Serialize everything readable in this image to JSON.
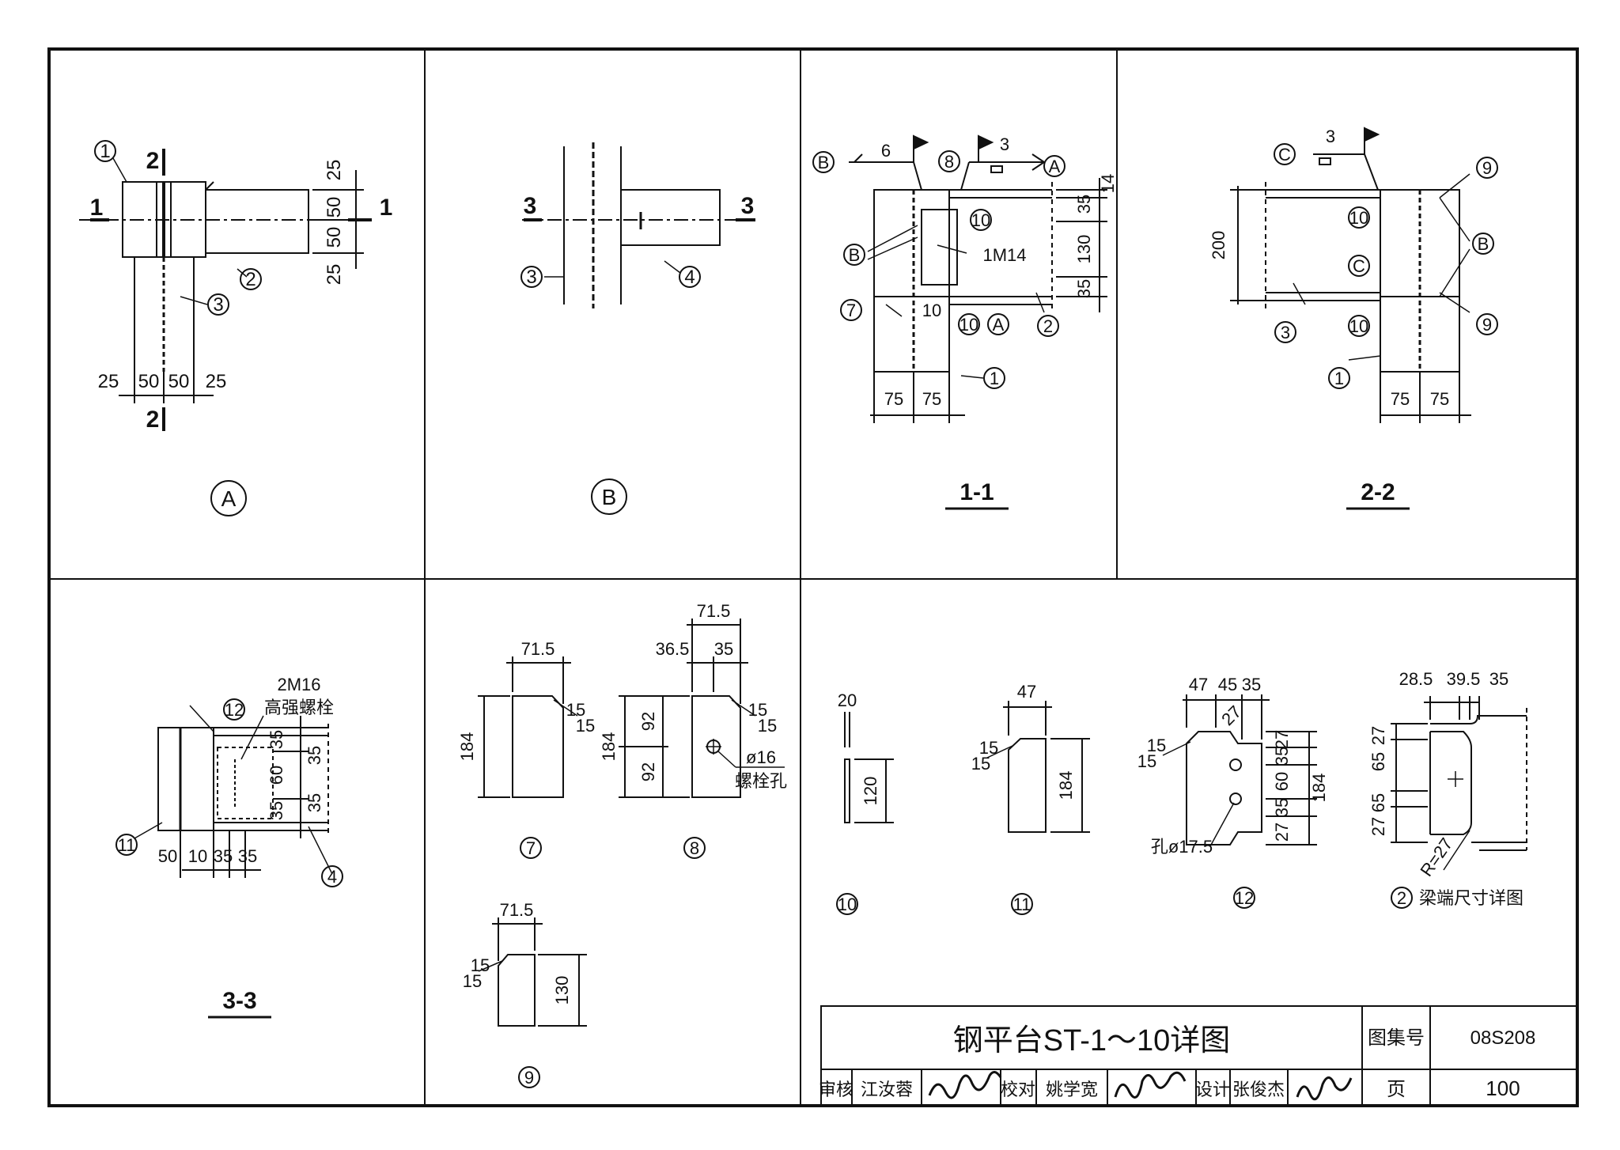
{
  "sheet": {
    "title": "钢平台ST-1～10详图",
    "atlas_label": "图集号",
    "atlas_no": "08S208",
    "page_label": "页",
    "page_no": "100",
    "roles": {
      "review_label": "审核",
      "review_name": "江汝蓉",
      "check_label": "校对",
      "check_name": "姚学宽",
      "design_label": "设计",
      "design_name": "张俊杰"
    }
  },
  "views": {
    "A": {
      "caption": "A",
      "section_top": "2",
      "section_bottom": "2",
      "section_left": "1",
      "section_right": "1",
      "dims_right": [
        "25",
        "50",
        "50",
        "25"
      ],
      "dims_bottom": [
        "25",
        "50",
        "50",
        "25"
      ],
      "labels": [
        "1",
        "2",
        "3"
      ]
    },
    "B": {
      "caption": "B",
      "section_left": "3",
      "section_right": "3",
      "labels": [
        "3",
        "4"
      ]
    },
    "S11": {
      "caption": "1-1",
      "weld_left_b": "B",
      "weld_size": "6",
      "weld_right_a": "A",
      "weld_top": "3",
      "bolt": "1M14",
      "dims_right": [
        "14",
        "35",
        "130",
        "35"
      ],
      "dim_gap": "10",
      "dims_bottom": [
        "75",
        "75"
      ],
      "labels": [
        "8",
        "10",
        "B",
        "7",
        "10",
        "A",
        "2",
        "1"
      ]
    },
    "S22": {
      "caption": "2-2",
      "weld_c": "C",
      "weld_top": "3",
      "dim_height": "200",
      "dims_bottom": [
        "75",
        "75"
      ],
      "labels": [
        "9",
        "10",
        "B",
        "C",
        "10",
        "3",
        "9",
        "1"
      ]
    },
    "S33": {
      "caption": "3-3",
      "bolt": "2M16",
      "bolt_note": "高强螺栓",
      "dims_right_inner": [
        "35",
        "60",
        "35"
      ],
      "dims_right_outer": [
        "35",
        "35"
      ],
      "dims_bottom": [
        "50",
        "10",
        "35",
        "35"
      ],
      "labels": [
        "12",
        "11",
        "4"
      ]
    },
    "P7": {
      "caption": "7",
      "width": "71.5",
      "height": "184",
      "chamfer_a": "15",
      "chamfer_b": "15"
    },
    "P8": {
      "caption": "8",
      "width": "71.5",
      "w_left": "36.5",
      "w_right": "35",
      "height": "184",
      "h_top": "92",
      "h_bottom": "92",
      "chamfer_a": "15",
      "chamfer_b": "15",
      "hole": "ø16",
      "hole_note": "螺栓孔"
    },
    "P9": {
      "caption": "9",
      "width": "71.5",
      "height": "130",
      "chamfer_a": "15",
      "chamfer_b": "15"
    },
    "P10": {
      "caption": "10",
      "thick": "20",
      "height": "120"
    },
    "P11": {
      "caption": "11",
      "width": "47",
      "height": "184",
      "chamfer_a": "15",
      "chamfer_b": "15"
    },
    "P12": {
      "caption": "12",
      "dims_top": [
        "47",
        "45",
        "35"
      ],
      "dims_right": [
        "27",
        "35",
        "60",
        "35",
        "27"
      ],
      "total": "184",
      "cope": "27",
      "chamfer_a": "15",
      "chamfer_b": "15",
      "hole": "孔ø17.5"
    },
    "BEAM": {
      "caption_num": "2",
      "caption_text": "梁端尺寸详图",
      "dims_top": [
        "28.5",
        "39.5",
        "35"
      ],
      "dims_left": [
        "27",
        "65",
        "27",
        "65"
      ],
      "radius": "R=27"
    }
  }
}
